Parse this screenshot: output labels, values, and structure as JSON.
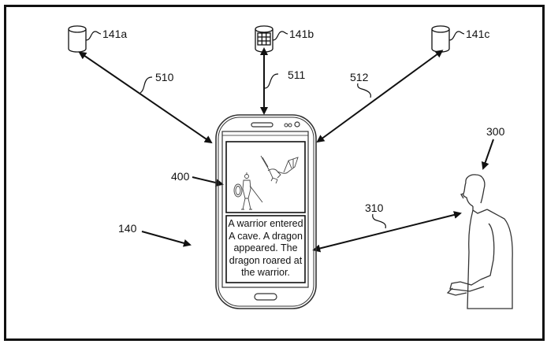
{
  "figure": {
    "reference_labels": {
      "db_a": "141a",
      "db_b": "141b",
      "db_c": "141c",
      "link_a": "510",
      "link_b": "511",
      "link_c": "512",
      "device": "140",
      "display_region": "400",
      "user": "300",
      "user_link": "310"
    },
    "screen": {
      "illustration": "warrior and dragon",
      "story_text": "A warrior entered A cave. A dragon appeared. The dragon roared at the warrior."
    },
    "icons": {
      "db_a": "database-cylinder-icon",
      "db_b": "database-grid-cylinder-icon",
      "db_c": "database-cylinder-icon",
      "device": "smartphone-icon",
      "user": "person-figure-icon"
    },
    "colors": {
      "ink": "#111111",
      "background": "#ffffff"
    }
  }
}
